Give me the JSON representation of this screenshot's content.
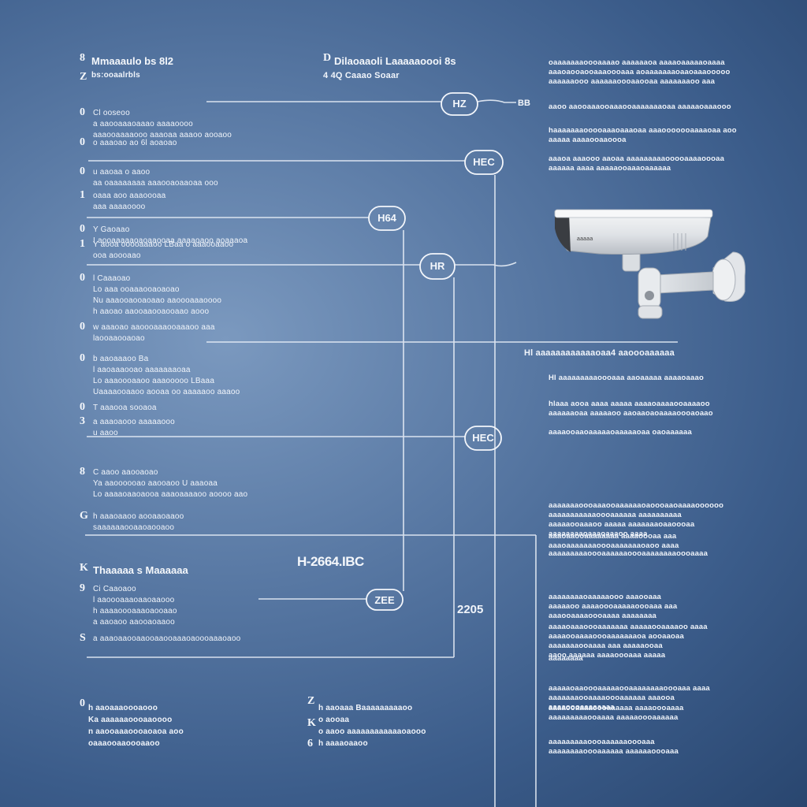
{
  "header_left": {
    "num1": "8",
    "num2": "Z",
    "title": "Mmaaaulo bs 8l2",
    "subtitle": "bs:ooaalrbls"
  },
  "header_center": {
    "num1": "D",
    "title": "Dilaoaaoli Laaaaaoooi 8s",
    "subtitle": "4 4Q Caaao Soaar"
  },
  "pills": {
    "hz": "HZ",
    "cam_tag": "BB",
    "hec": "HEC",
    "hd4": "H64",
    "hr": "HR",
    "hec2": "HEC",
    "zee": "ZEE"
  },
  "center_big": "H-2664.IBC",
  "year": "2205",
  "left_list": [
    {
      "num": "0",
      "lines": [
        "Cl ooseoo",
        "a aaooaaaoaaao aaaaoooo",
        "aaaooaaaaooo aaaoaa aaaoo aooaoo"
      ]
    },
    {
      "num": "0",
      "lines": [
        "o aaaoao ao 6l aoaoao"
      ]
    },
    {
      "num": "0",
      "lines": [
        "u aaoaa o aaoo",
        "aa oaaaaaaaa aaaooaoaaoaa ooo"
      ]
    },
    {
      "num": "1",
      "lines": [
        "oaaa aoo aaaoooaa",
        "aaa aaaaoooo"
      ]
    },
    {
      "num": "0",
      "lines": [
        "Y Gaoaao",
        "I aooaaaaaoaoaaooaa aaaaoaoo aoaaaoa"
      ]
    },
    {
      "num": "1",
      "lines": [
        "Y aooa ooooaaaoo LBaa o aaaooaaoo",
        "ooa aoooaao"
      ]
    },
    {
      "num": "0",
      "lines": [
        "l Caaaoao",
        "Lo aaa ooaaaooaoaoao",
        "Nu aaaooaooaoaao aaoooaaaoooo",
        "h aaoao aaooaaooaooaao aooo"
      ]
    },
    {
      "num": "0",
      "lines": [
        "w aaaoao aaoooaaaooaaaoo aaa",
        "laooaaooaoao"
      ]
    },
    {
      "num": "0",
      "lines": [
        "b aaoaaaoo Ba",
        "l aaoaaaooao aaaaaaaoaa",
        "Lo aaaoooaaoo aaaooooo LBaaa",
        "Uaaaaooaaoo aooaa oo aaaaaoo aaaoo"
      ]
    },
    {
      "num": "0",
      "lines": [
        "T aaaooa sooaoa"
      ]
    },
    {
      "num": "3",
      "lines": [
        "a aaaoaooo aaaaaooo",
        "u aaoo"
      ]
    },
    {
      "num": "8",
      "lines": [
        "C aaoo aaooaoao",
        "Ya aaoooooao aaooaoo U aaaoaa",
        "Lo aaaaoaaoaooa aaaoaaaaoo aoooo aao"
      ]
    },
    {
      "num": "G",
      "lines": [
        "h aaaoaaoo aooaaoaaoo",
        "saaaaaaooaaoaooaoo"
      ]
    },
    {
      "num": "K",
      "lines": [
        "Thaaaaa s Maaaaaa"
      ],
      "bold": true
    },
    {
      "num": "9",
      "lines": [
        "Ci Caaoaoo",
        "l aaoooaaaoaaoaaooo",
        "h aaaaoooaaaoaooaao",
        "a aaoaoo aaooaoaaoo"
      ]
    },
    {
      "num": "S",
      "lines": [
        "a aaaoaaooaaooaaooaaaoaoooaaaoaoo"
      ]
    }
  ],
  "bottom_left": {
    "num": "0",
    "lines": [
      "h aaoaaaoooaooo",
      "Ka aaaaaaoooaaoooo",
      "n aaooaaaoooaoaoa aoo",
      "oaaaooaaoooaaoo"
    ]
  },
  "bottom_center": {
    "nums": [
      "Z",
      "K",
      "6"
    ],
    "lines": [
      "h aaoaaa Baaaaaaaaaoo",
      "o aooaa",
      "o aaoo aaaaaaaaaaaaoaooo",
      "h aaaaoaaoo"
    ]
  },
  "right_blocks": [
    [
      "oaaaaaaaoooaaaao aaaaaaoa aaaaoaaaaaoaaaa",
      "aaaoaooaooaaaoooaaa aoaaaaaaaoaaoaaaooooo",
      "aaaaaaooo aaaaaaoooaaooaa aaaaaaaoo aaa"
    ],
    [
      "aaoo aaooaaaooaaaooaaaaaaaoaa aaaaaoaaaooo"
    ],
    [
      "haaaaaaaooooaaaoaaaoaa aaaooooooaaaaoaa aoo",
      "aaaaa aaaaooaaoooa"
    ],
    [
      "aaaoa aaaooo aaoaa aaaaaaaaaooooaaaaoooaa",
      "aaaaaa aaaa aaaaaooaaaoaaaaaa"
    ],
    [
      "Hl aaaaaaaaaoooaaa aaoaaaaa aaaaoaaao"
    ],
    [
      "hlaaa aooa aaaa aaaaa aaaaoaaaaooaaaaoo",
      "aaaaaaoaa aaaaaoo aaoaaoaoaaaaoooaoaao"
    ],
    [
      "aaaaooaaoaaaaaoaaaaaoaa oaoaaaaaa"
    ],
    [
      "aaaaaaaoooaaaooaaaaaaoaoooaaoaaaaoooooo",
      "aaaaaaaaaaaoooaaaaaa aaaaaaaaaa",
      "aaaaaooaaaoo aaaaa aaaaaaaoaaoooaa",
      "aaaaaaaaoaaaoaaaoo aaaa"
    ],
    [
      "aaaoaaooaaaaaaaa aaaaoooaa aaa",
      "aaaoaaaaaaaoooaaaaaaaoaoo aaaa"
    ],
    [
      "aaaaaaaaaoooaaaaaaoooaaaaaaaaoooaaaa"
    ],
    [
      "aaaaaaaaoaaaaaooo aaaooaaa",
      "aaaaaoo aaaaoooaaaaaoooaaa aaa",
      "aaaooaaaaoooaaaa aaaaaaaa"
    ],
    [
      "aaaaoaaaoooaaaaaaa aaaaaooaaaaoo aaaa",
      "aaaaooaaaaoooaaaaaaaoa aooaaoaa",
      "aaaaaaaooaaaa aaa aaaaaooaa",
      "aaoo aaaaaa aaaaoooaaa aaaaa"
    ],
    [
      "aaaaaaaa"
    ],
    [
      "aaaaaoaaoooaaaaaooaaaaaaaaoooaaa aaaa",
      "aaaaaaaooaaaaoooaaaaaa aaaooa",
      "aaaaoooaaaaaaaa"
    ],
    [
      "aaaaooaaaaoooaaaaaa aaaaoooaaaa",
      "aaaaaaaaaooaaaa aaaaaoooaaaaaa"
    ],
    [
      "aaaaaaaaaoooaaaaaaoooaaa",
      "aaaaaaaaoooaaaaaa aaaaaaoooaaa"
    ]
  ],
  "camera_caption": "Hl   aaaaaaaaaaaaoaa4 aaoooaaaaaa",
  "camera_brand": "aaaaa"
}
